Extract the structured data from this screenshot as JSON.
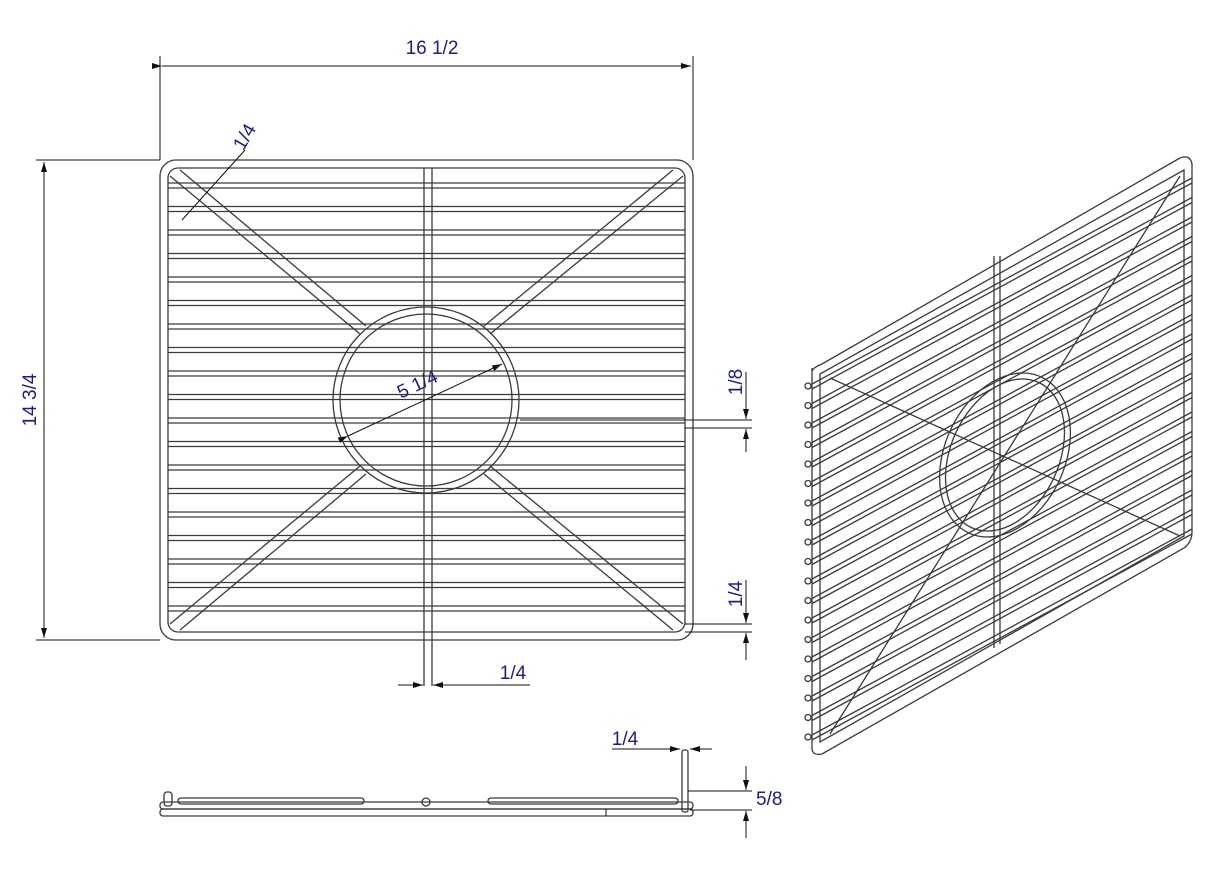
{
  "dimensions": {
    "overall_width": "16 1/2",
    "overall_height": "14 3/4",
    "corner_rod": "1/4",
    "hole_diameter": "5 1/4",
    "bar_diameter": "1/8",
    "bottom_offset": "1/4",
    "center_rod": "1/4",
    "side_rod": "1/4",
    "foot_height": "5/8"
  },
  "colors": {
    "dimension_text": "#1c1c8a",
    "lines": "#3a3a3a"
  }
}
